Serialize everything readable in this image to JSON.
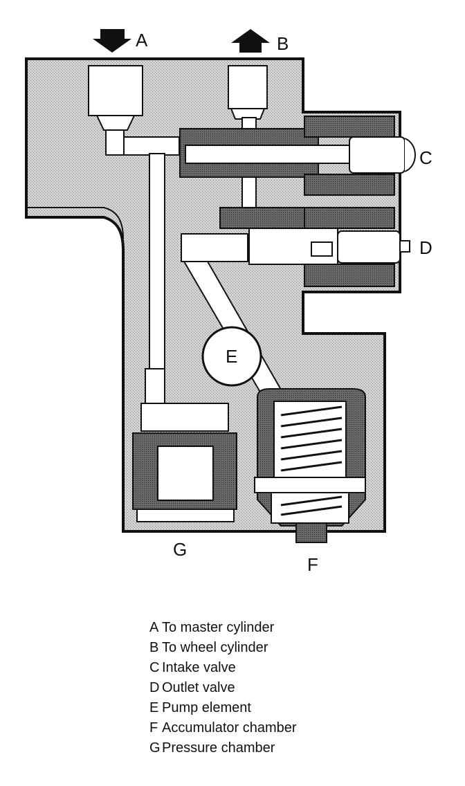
{
  "diagram_labels": {
    "a": "A",
    "b": "B",
    "c": "C",
    "d": "D",
    "e": "E",
    "f": "F",
    "g": "G"
  },
  "legend": [
    {
      "letter": "A",
      "text": "To master cylinder"
    },
    {
      "letter": "B",
      "text": "To wheel cylinder"
    },
    {
      "letter": "C",
      "text": "Intake valve"
    },
    {
      "letter": "D",
      "text": "Outlet valve"
    },
    {
      "letter": "E",
      "text": "Pump element"
    },
    {
      "letter": "F",
      "text": "Accumulator chamber"
    },
    {
      "letter": "G",
      "text": "Pressure chamber"
    }
  ]
}
